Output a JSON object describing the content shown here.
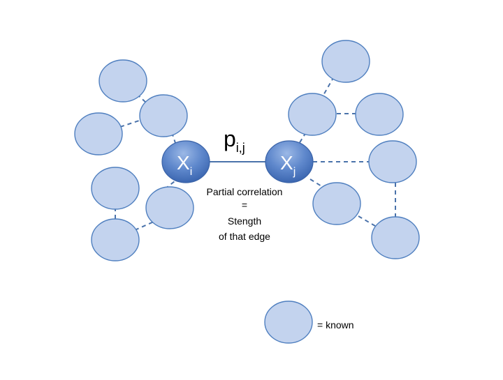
{
  "diagram": {
    "edge_label": {
      "base": "p",
      "subscript": "i,j"
    },
    "node_i": {
      "base": "X",
      "subscript": "i"
    },
    "node_j": {
      "base": "X",
      "subscript": "j"
    },
    "caption_lines": [
      "Partial correlation",
      "=",
      "Stength",
      "of that edge"
    ],
    "legend": {
      "label": "= known"
    },
    "colors": {
      "known_fill": "#c3d3ee",
      "known_stroke": "#4f7fbf",
      "variable_fill_light": "#7fa3dc",
      "variable_fill_dark": "#3b66b0",
      "edge": "#4a72aa"
    }
  }
}
